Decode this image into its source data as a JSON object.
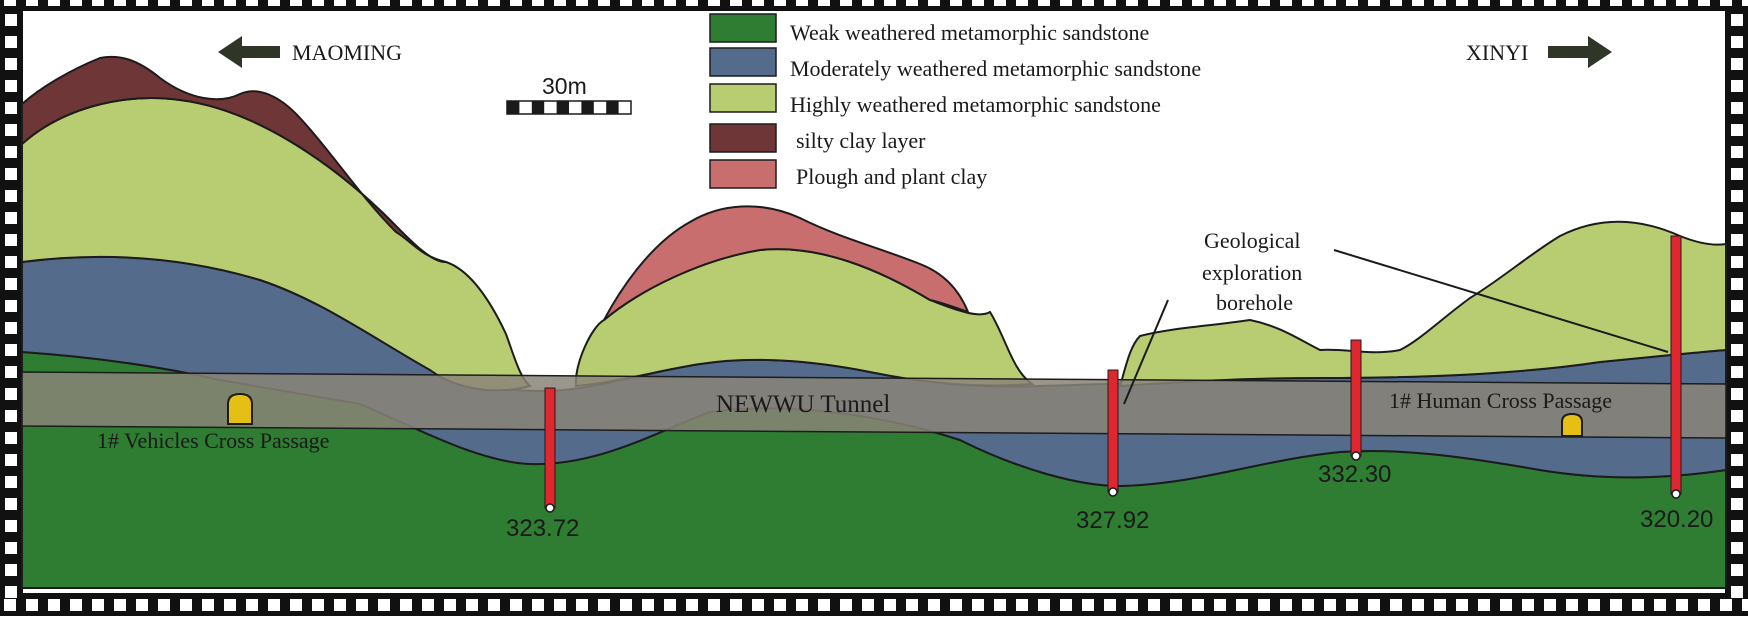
{
  "directions": {
    "left": "MAOMING",
    "right": "XINYI"
  },
  "scale_bar": {
    "label": "30m"
  },
  "legend": [
    {
      "label": "Weak weathered metamorphic sandstone",
      "color": "#2e7d32"
    },
    {
      "label": "Moderately weathered metamorphic sandstone",
      "color": "#556b8c"
    },
    {
      "label": "Highly weathered metamorphic sandstone",
      "color": "#b8cc72"
    },
    {
      "label": "silty clay layer",
      "color": "#6e3636"
    },
    {
      "label": "Plough and plant clay",
      "color": "#c86e6e"
    }
  ],
  "tunnel": {
    "label": "NEWWU Tunnel",
    "color": "#8a8478"
  },
  "passages": {
    "vehicles": "1# Vehicles Cross Passage",
    "human": "1# Human Cross Passage"
  },
  "borehole_callout": {
    "line1": "Geological",
    "line2": "exploration",
    "line3": "borehole"
  },
  "boreholes": [
    {
      "value": "323.72"
    },
    {
      "value": "327.92"
    },
    {
      "value": "332.30"
    },
    {
      "value": "320.20"
    }
  ],
  "colors": {
    "borehole": "#e0262e",
    "passage": "#e6bf14",
    "arrow": "#2f3527",
    "outline": "#1c1c1c"
  }
}
